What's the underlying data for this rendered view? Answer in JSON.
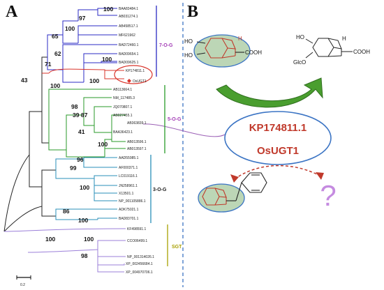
{
  "panels": {
    "a": "A",
    "b": "B"
  },
  "tree": {
    "leaves": [
      "BAA83484.1",
      "AB031274.1",
      "AB458517.1",
      "MF621962",
      "BAD72460.1",
      "BAD09654.1",
      "BAD09625.1",
      "KP174811.1",
      "OsUGT1",
      "AB113664.1",
      "NM_117485.3",
      "JQ070807.1",
      "AB027455.1",
      "AB363839.1",
      "BAA36423.1",
      "AB013596.1",
      "AB013597.1",
      "AAD55985.1",
      "AF000371.1",
      "LC019116.1",
      "JN258961.1",
      "X13501.1",
      "NP_001105886.1",
      "ADK75021.1",
      "BAD83701.1",
      "KF498591.1",
      "CCO06499.1",
      "NP_001314026.1",
      "XP_002456684.1",
      "XP_004970706.1"
    ],
    "bootstrap": {
      "b100a": "100",
      "b97": "97",
      "b100b": "100",
      "b65": "65",
      "b62": "62",
      "b100c": "100",
      "b71": "71",
      "b100d": "100",
      "b43": "43",
      "b100e": "100",
      "b98": "98",
      "b39": "39",
      "b87": "87",
      "b41": "41",
      "b100f": "100",
      "b96": "96",
      "b99": "99",
      "b100g": "100",
      "b86": "86",
      "b100h": "100",
      "b100i": "100",
      "b100j": "100",
      "b98b": "98"
    },
    "clades": {
      "g7": "7-O-G",
      "g5": "5-O-G",
      "g3": "3-O-G",
      "sgt": "SGT"
    },
    "scale": "0.2",
    "colors": {
      "g7": "#2b2bc4",
      "oryza": "#d9342b",
      "g5": "#2a9a2a",
      "g3": "#2a8fb8",
      "sgt": "#9b7fd9",
      "root": "#222222",
      "sgtBar": "#a8a000"
    }
  },
  "panel_b": {
    "substrate": {
      "ho1": "HO",
      "ho2": "HO",
      "nh": "H",
      "cooh": "COOH"
    },
    "product": {
      "ho": "HO",
      "nh": "H",
      "glco": "GlcO",
      "cooh": "COOH"
    },
    "enzyme": {
      "gene": "KP174811.1",
      "name": "OsUGT1"
    },
    "question": "?"
  }
}
